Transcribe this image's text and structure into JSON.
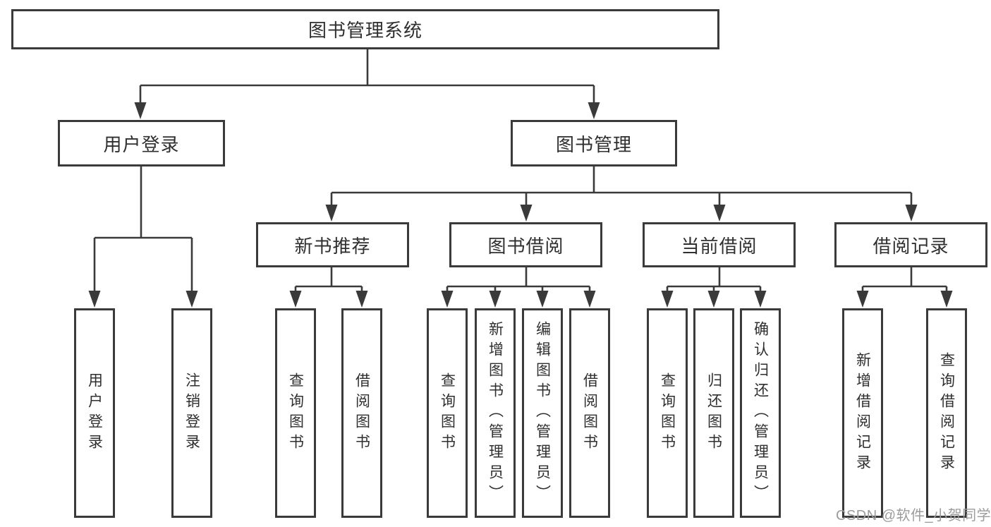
{
  "diagram": {
    "title": "图书管理系统",
    "root": {
      "label": "图书管理系统"
    },
    "branches": [
      {
        "label": "用户登录",
        "children": [
          {
            "label": "用户登录"
          },
          {
            "label": "注销登录"
          }
        ]
      },
      {
        "label": "图书管理",
        "groups": [
          {
            "label": "新书推荐",
            "children": [
              {
                "label": "查询图书"
              },
              {
                "label": "借阅图书"
              }
            ]
          },
          {
            "label": "图书借阅",
            "children": [
              {
                "label": "查询图书"
              },
              {
                "label": "新增图书（管理员）"
              },
              {
                "label": "编辑图书（管理员）"
              },
              {
                "label": "借阅图书"
              }
            ]
          },
          {
            "label": "当前借阅",
            "children": [
              {
                "label": "查询图书"
              },
              {
                "label": "归还图书"
              },
              {
                "label": "确认归还（管理员）"
              }
            ]
          },
          {
            "label": "借阅记录",
            "children": [
              {
                "label": "新增借阅记录"
              },
              {
                "label": "查询借阅记录"
              }
            ]
          }
        ]
      }
    ]
  },
  "watermark": {
    "text": "CSDN @软件_小贺同学",
    "color": "#9c9c9c"
  },
  "colors": {
    "line": "#3a3a3a",
    "text": "#2f2f2f",
    "background": "#ffffff"
  }
}
